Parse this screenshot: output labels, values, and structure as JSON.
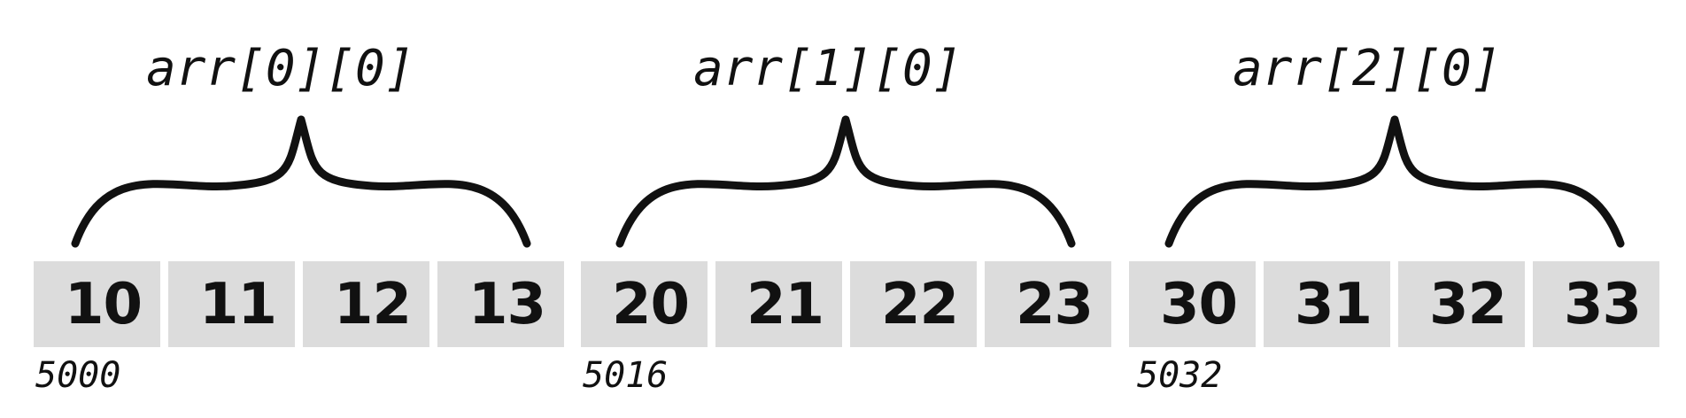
{
  "groups": [
    {
      "label": "arr[0][0]",
      "address": "5000",
      "cells": [
        "10",
        "11",
        "12",
        "13"
      ]
    },
    {
      "label": "arr[1][0]",
      "address": "5016",
      "cells": [
        "20",
        "21",
        "22",
        "23"
      ]
    },
    {
      "label": "arr[2][0]",
      "address": "5032",
      "cells": [
        "30",
        "31",
        "32",
        "33"
      ]
    }
  ],
  "colors": {
    "cell_fill": "#dcdcdc",
    "ink": "#111111",
    "background": "#ffffff"
  }
}
